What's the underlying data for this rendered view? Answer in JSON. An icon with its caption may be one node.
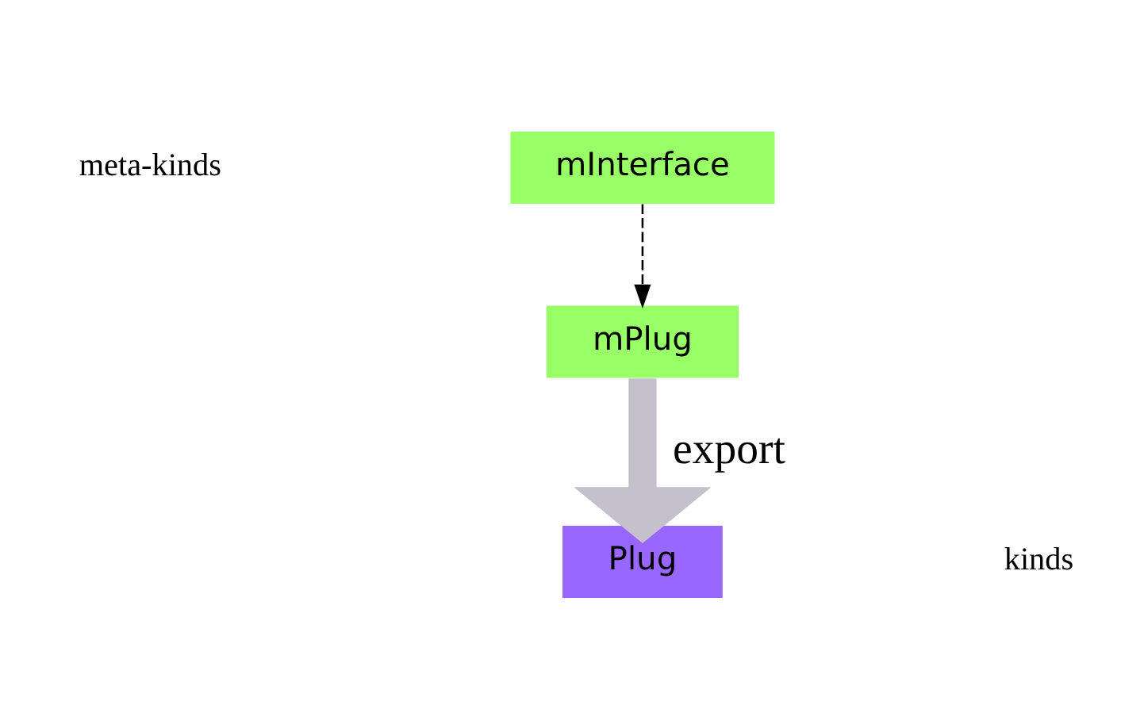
{
  "diagram": {
    "nodes": [
      {
        "text": [
          "mInterface"
        ]
      },
      {
        "text": [
          "mPlug"
        ]
      },
      {
        "text": [
          "Plug"
        ]
      }
    ],
    "edges": [
      {
        "from": 0,
        "to": 1,
        "arrow": "to",
        "style": "dashed"
      },
      {
        "from": 1,
        "to": 2,
        "arrow": "to",
        "label": "export",
        "style": "thick",
        "color": "#c4c0cc"
      }
    ],
    "labels": [
      "meta-kinds",
      "kinds"
    ]
  }
}
